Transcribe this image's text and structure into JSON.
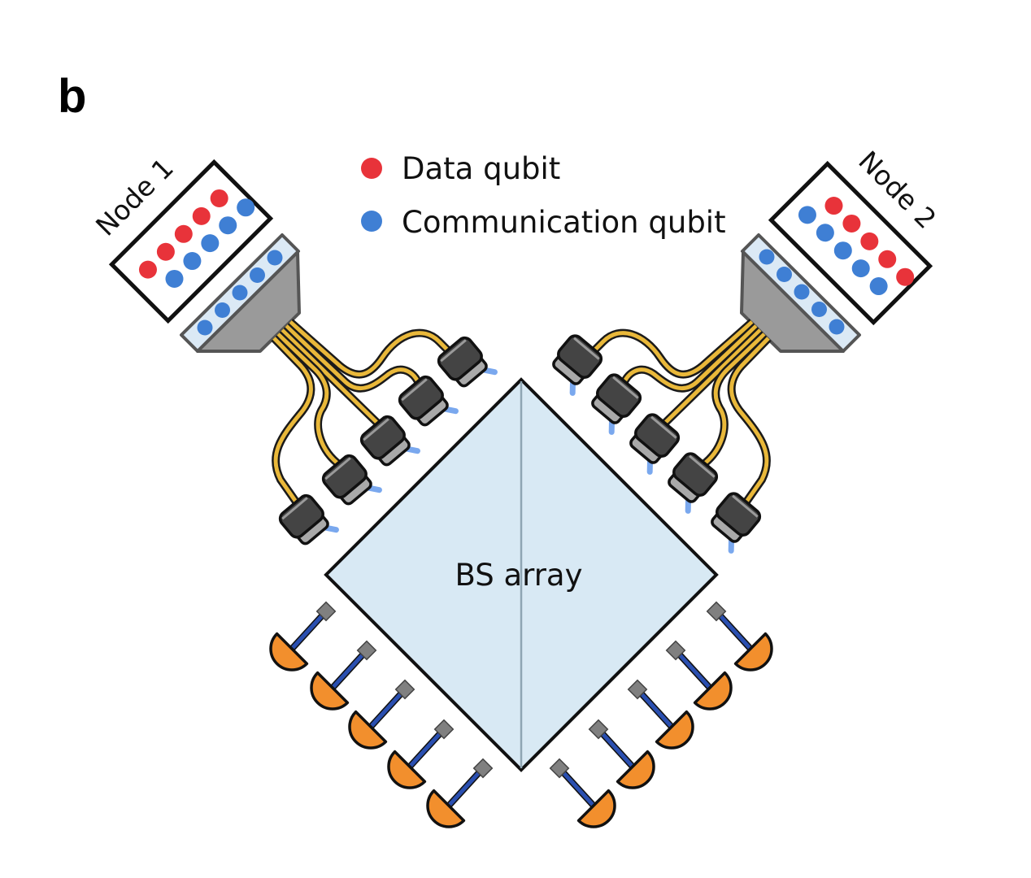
{
  "panel_label": "b",
  "legend": {
    "items": [
      {
        "label": "Data qubit",
        "color": "#e8333a"
      },
      {
        "label": "Communication qubit",
        "color": "#3f7fd4"
      }
    ]
  },
  "nodes": [
    {
      "label": "Node 1",
      "data_qubits": 5,
      "communication_qubits_in_box": 5,
      "communication_qubits_in_prism": 5
    },
    {
      "label": "Node 2",
      "data_qubits": 5,
      "communication_qubits_in_box": 5,
      "communication_qubits_in_prism": 5
    }
  ],
  "beam_splitter": {
    "label": "BS array",
    "fill": "#d8e9f4"
  },
  "fibers_per_node": 5,
  "detectors_per_side": 5,
  "colors": {
    "data_qubit": "#e8333a",
    "communication_qubit": "#3f7fd4",
    "fiber": "#e9b83a",
    "connector_dark": "#444444",
    "connector_light": "#a9a9a9",
    "detector": "#f28f2d",
    "detector_stem": "#2a4fb0",
    "prism": "#9a9a9a",
    "prism_strip": "#dbe9f5"
  }
}
